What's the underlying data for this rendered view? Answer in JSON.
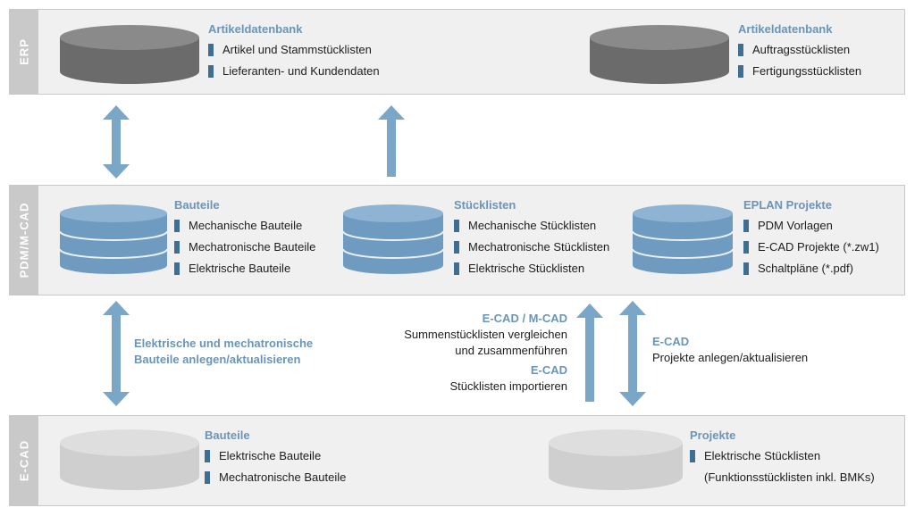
{
  "colors": {
    "accent": "#6a95b8",
    "bullet": "#3f6e93",
    "band_bg": "#f0f0f0",
    "label_bg": "#c9c9c9",
    "db_dark": "#7a7a7a",
    "db_blue": "#6f9bc0",
    "db_light": "#d0d0d0",
    "arrow": "#7aa6c8"
  },
  "erp": {
    "label": "ERP",
    "left": {
      "title": "Artikeldatenbank",
      "items": [
        "Artikel und Stammstücklisten",
        "Lieferanten- und Kundendaten"
      ]
    },
    "right": {
      "title": "Artikeldatenbank",
      "items": [
        "Auftragsstücklisten",
        "Fertigungsstücklisten"
      ]
    }
  },
  "pdm": {
    "label": "PDM/M-CAD",
    "left": {
      "title": "Bauteile",
      "items": [
        "Mechanische Bauteile",
        "Mechatronische Bauteile",
        "Elektrische Bauteile"
      ]
    },
    "middle": {
      "title": "Stücklisten",
      "items": [
        "Mechanische Stücklisten",
        "Mechatronische Stücklisten",
        "Elektrische Stücklisten"
      ]
    },
    "right": {
      "title": "EPLAN Projekte",
      "items": [
        "PDM Vorlagen",
        "E-CAD Projekte (*.zw1)",
        "Schaltpläne (*.pdf)"
      ]
    }
  },
  "ecad": {
    "label": "E-CAD",
    "left": {
      "title": "Bauteile",
      "items": [
        "Elektrische Bauteile",
        "Mechatronische Bauteile"
      ]
    },
    "right": {
      "title": "Projekte",
      "items": [
        "Elektrische Stücklisten",
        "(Funktionsstücklisten inkl. BMKs)"
      ]
    }
  },
  "notes": {
    "left": {
      "line1": "Elektrische und mechatronische",
      "line2": "Bauteile anlegen/aktualisieren"
    },
    "middle": {
      "h1": "E-CAD / M-CAD",
      "l1": "Summenstücklisten vergleichen",
      "l2": "und zusammenführen",
      "h2": "E-CAD",
      "l3": "Stücklisten importieren"
    },
    "right": {
      "h": "E-CAD",
      "l": "Projekte anlegen/aktualisieren"
    }
  }
}
